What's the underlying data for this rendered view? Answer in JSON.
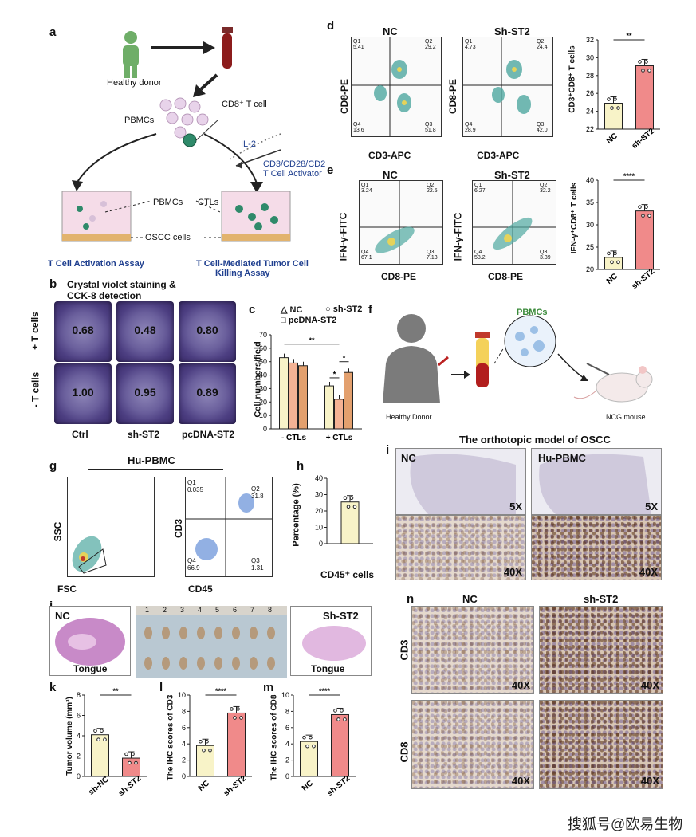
{
  "panels": {
    "a": "a",
    "b": "b",
    "c": "c",
    "d": "d",
    "e": "e",
    "f": "f",
    "g": "g",
    "h": "h",
    "i": "i",
    "j": "j",
    "k": "k",
    "l": "l",
    "m": "m",
    "n": "n"
  },
  "a": {
    "healthy_donor": "Healthy donor",
    "pbmcs": "PBMCs",
    "cd8": "CD8⁺ T cell",
    "il2": "IL-2",
    "activator_line1": "CD3/CD28/CD2",
    "activator_line2": "T Cell Activator",
    "pbmcs2": "PBMCs",
    "ctls": "CTLs",
    "oscc": "OSCC cells",
    "assay1": "T Cell Activation Assay",
    "assay2_line1": "T Cell-Mediated Tumor Cell",
    "assay2_line2": "Killing Assay"
  },
  "b": {
    "title_line1": "Crystal violet staining &",
    "title_line2": "CCK-8 detection",
    "row_plus": "+ T cells",
    "row_minus": "- T cells",
    "cols": [
      "Ctrl",
      "sh-ST2",
      "pcDNA-ST2"
    ],
    "plus_values": [
      "0.68",
      "0.48",
      "0.80"
    ],
    "minus_values": [
      "1.00",
      "0.95",
      "0.89"
    ]
  },
  "c": {
    "legend": [
      "NC",
      "sh-ST2",
      "pcDNA-ST2"
    ],
    "ylabel": "Cell numbers/field",
    "sig1": "**",
    "sig2": "*",
    "sig3": "*"
  },
  "d": {
    "nc": "NC",
    "sh": "Sh-ST2",
    "xlabel": "CD3-APC",
    "ylabel": "CD8-PE",
    "nc_q": [
      "5.41",
      "29.2",
      "13.6",
      "51.8"
    ],
    "sh_q": [
      "4.73",
      "24.4",
      "28.9",
      "42.0"
    ],
    "bar_ylabel": "CD3⁺CD8⁺ T cells",
    "bar_x": [
      "NC",
      "sh-ST2"
    ],
    "bar_sig": "**"
  },
  "e": {
    "nc": "NC",
    "sh": "Sh-ST2",
    "xlabel": "CD8-PE",
    "ylabel": "IFN-γ-FITC",
    "nc_q": [
      "3.24",
      "22.5",
      "67.1",
      "7.13"
    ],
    "sh_q": [
      "6.27",
      "32.2",
      "58.2",
      "3.39"
    ],
    "bar_ylabel": "IFN-γ⁺CD8⁺ T cells",
    "bar_x": [
      "NC",
      "sh-ST2"
    ],
    "bar_sig": "****"
  },
  "f": {
    "pbmcs": "PBMCs",
    "donor": "Healthy Donor",
    "mouse": "NCG mouse"
  },
  "g": {
    "title": "Hu-PBMC",
    "ssc": "SSC",
    "fsc": "FSC",
    "cd3": "CD3",
    "cd45": "CD45",
    "q1": "Q1",
    "q1v": "0.035",
    "q2": "Q2",
    "q2v": "31.8",
    "q3": "Q3",
    "q3v": "1.31",
    "q4": "Q4",
    "q4v": "66.9"
  },
  "h": {
    "ylabel": "Percentage (%)",
    "xlabel": "CD45⁺ cells"
  },
  "i": {
    "title": "The orthotopic model of OSCC",
    "nc": "NC",
    "hu": "Hu-PBMC",
    "mag5": "5X",
    "mag40": "40X"
  },
  "j": {
    "nc": "NC",
    "sh": "Sh-ST2",
    "tongue": "Tongue",
    "ruler": [
      "1",
      "2",
      "3",
      "4",
      "5",
      "6",
      "7",
      "8"
    ]
  },
  "k": {
    "ylabel": "Tumor volume (mm³)",
    "x": [
      "sh-NC",
      "sh-ST2"
    ],
    "sig": "**"
  },
  "l": {
    "ylabel": "The IHC scores of CD3",
    "x": [
      "NC",
      "sh-ST2"
    ],
    "sig": "****"
  },
  "m": {
    "ylabel": "The IHC scores of CD8",
    "x": [
      "NC",
      "sh-ST2"
    ],
    "sig": "****"
  },
  "n": {
    "nc": "NC",
    "sh": "sh-ST2",
    "cd3": "CD3",
    "cd8": "CD8",
    "mag": "40X"
  },
  "watermark": "搜狐号@欧易生物",
  "chart_data": [
    {
      "panel": "c",
      "type": "bar",
      "categories": [
        "- CTLs",
        "+ CTLs"
      ],
      "series": [
        {
          "name": "NC",
          "values": [
            53,
            32
          ]
        },
        {
          "name": "sh-ST2",
          "values": [
            49,
            22
          ]
        },
        {
          "name": "pcDNA-ST2",
          "values": [
            47,
            42
          ]
        }
      ],
      "ylabel": "Cell numbers/field",
      "ylim": [
        0,
        70
      ],
      "yticks": [
        "0",
        "10",
        "20",
        "30",
        "40",
        "50",
        "60",
        "70"
      ],
      "colors": [
        "#f8f3c8",
        "#f4b294",
        "#e3a06e"
      ]
    },
    {
      "panel": "d",
      "type": "bar",
      "categories": [
        "NC",
        "sh-ST2"
      ],
      "values": [
        24.9,
        29.1
      ],
      "ylabel": "CD3⁺CD8⁺ T cells",
      "ylim": [
        22,
        32
      ],
      "yticks": [
        "22",
        "24",
        "26",
        "28",
        "30",
        "32"
      ],
      "colors": [
        "#f8f3c8",
        "#f08a8a"
      ]
    },
    {
      "panel": "e",
      "type": "bar",
      "categories": [
        "NC",
        "sh-ST2"
      ],
      "values": [
        22.7,
        33.1
      ],
      "ylabel": "IFN-γ⁺CD8⁺ T cells",
      "ylim": [
        20,
        40
      ],
      "yticks": [
        "20",
        "25",
        "30",
        "35",
        "40"
      ],
      "colors": [
        "#f8f3c8",
        "#f08a8a"
      ]
    },
    {
      "panel": "h",
      "type": "bar",
      "categories": [
        "CD45⁺ cells"
      ],
      "values": [
        25.5
      ],
      "ylabel": "Percentage (%)",
      "ylim": [
        0,
        40
      ],
      "yticks": [
        "0",
        "10",
        "20",
        "30",
        "40"
      ],
      "colors": [
        "#f8f3c8"
      ]
    },
    {
      "panel": "k",
      "type": "bar",
      "categories": [
        "sh-NC",
        "sh-ST2"
      ],
      "values": [
        4.1,
        1.8
      ],
      "ylabel": "Tumor volume (mm³)",
      "ylim": [
        0,
        8
      ],
      "yticks": [
        "0",
        "2",
        "4",
        "6",
        "8"
      ],
      "colors": [
        "#f8f3c8",
        "#f08a8a"
      ]
    },
    {
      "panel": "l",
      "type": "bar",
      "categories": [
        "NC",
        "sh-ST2"
      ],
      "values": [
        3.8,
        7.8
      ],
      "ylabel": "The IHC scores of CD3",
      "ylim": [
        0,
        10
      ],
      "yticks": [
        "0",
        "2",
        "4",
        "6",
        "8",
        "10"
      ],
      "colors": [
        "#f8f3c8",
        "#f08a8a"
      ]
    },
    {
      "panel": "m",
      "type": "bar",
      "categories": [
        "NC",
        "sh-ST2"
      ],
      "values": [
        4.3,
        7.6
      ],
      "ylabel": "The IHC scores of CD8",
      "ylim": [
        0,
        10
      ],
      "yticks": [
        "0",
        "2",
        "4",
        "6",
        "8",
        "10"
      ],
      "colors": [
        "#f8f3c8",
        "#f08a8a"
      ]
    }
  ]
}
